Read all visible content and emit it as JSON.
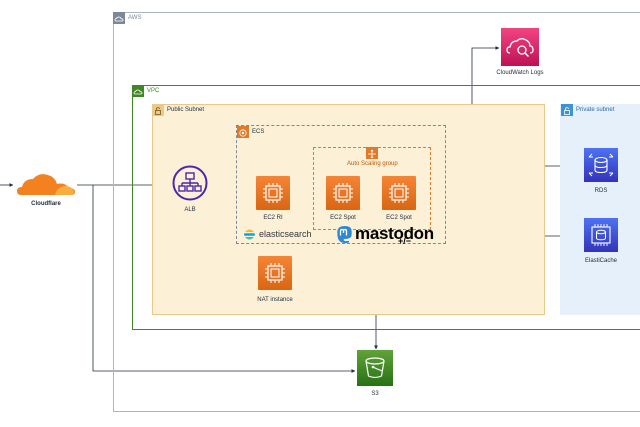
{
  "groups": {
    "aws": "AWS",
    "vpc": "VPC",
    "public_subnet": "Public Subnet",
    "private_subnet": "Private subnet",
    "ecs": "ECS",
    "asg": "Auto Scaling group"
  },
  "nodes": {
    "cloudflare": "Cloudflare",
    "alb": "ALB",
    "ec2_ri": "EC2 RI",
    "ec2_spot_1": "EC2 Spot",
    "ec2_spot_2": "EC2 Spot",
    "nat": "NAT instance",
    "cloudwatch": "CloudWatch Logs",
    "rds": "RDS",
    "elasticache": "ElastiCache",
    "s3": "S3"
  },
  "logos": {
    "elasticsearch": "elasticsearch",
    "mastodon": "mastodon",
    "mastodon_mark": "+/−"
  }
}
